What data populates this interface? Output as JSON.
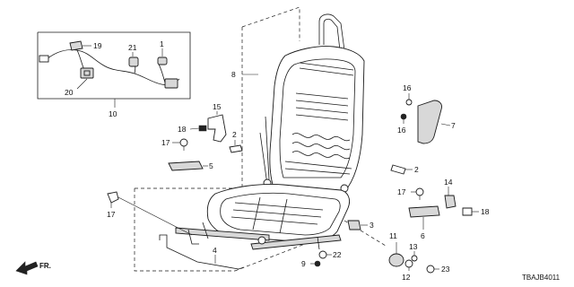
{
  "diagram_code": "TBAJB4011",
  "direction_label": "FR.",
  "callouts": {
    "c1": "1",
    "c2a": "2",
    "c2b": "2",
    "c3": "3",
    "c4": "4",
    "c5": "5",
    "c6": "6",
    "c7": "7",
    "c8": "8",
    "c9": "9",
    "c10": "10",
    "c11": "11",
    "c12": "12",
    "c13": "13",
    "c14": "14",
    "c15": "15",
    "c16a": "16",
    "c16b": "16",
    "c17a": "17",
    "c17b": "17",
    "c17c": "17",
    "c18a": "18",
    "c18b": "18",
    "c19": "19",
    "c20": "20",
    "c21": "21",
    "c22": "22",
    "c23": "23"
  }
}
